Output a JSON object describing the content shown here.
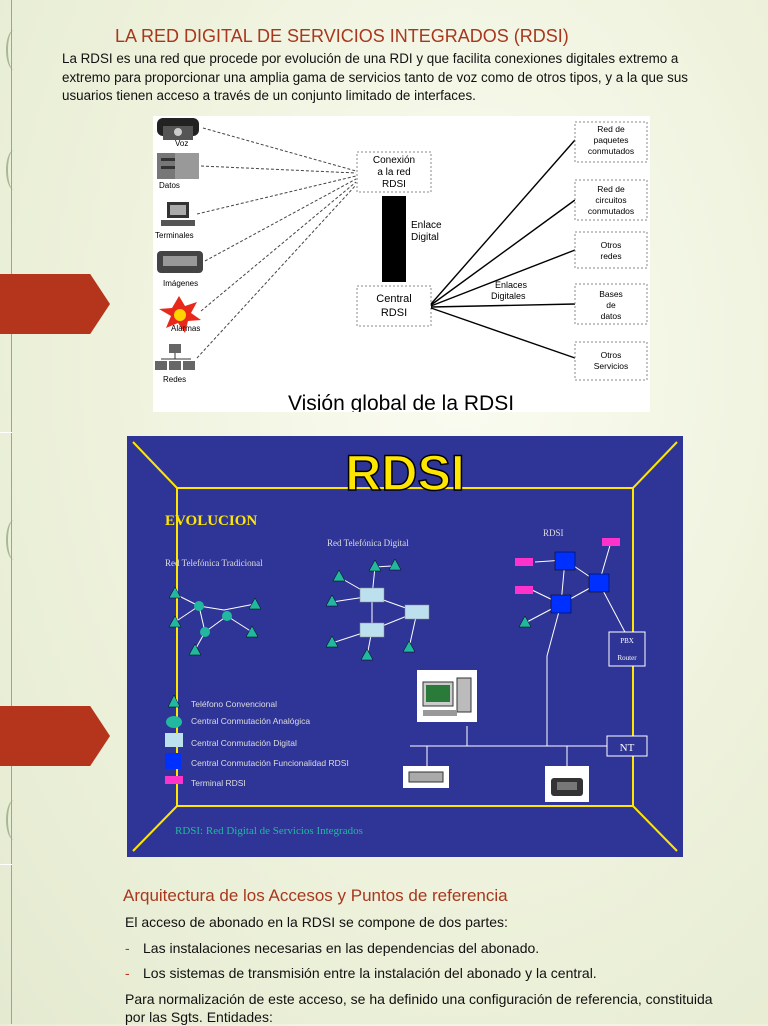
{
  "slide1": {
    "title": "LA RED DIGITAL DE SERVICIOS INTEGRADOS (RDSI)",
    "paragraph": [
      "La RDSI es una red que procede por evolución de una RDI y que facilita conexiones digitales extremo a",
      "extremo para proporcionar una amplia gama de servicios tanto de voz como de otros tipos, y a la que sus",
      "usuarios tienen acceso a través de un conjunto limitado de interfaces."
    ],
    "figure": {
      "left_labels": [
        "Voz",
        "Datos",
        "Terminales",
        "Imágenes",
        "Alarmas",
        "Redes"
      ],
      "conexion": [
        "Conexión",
        "a la red",
        "RDSI"
      ],
      "enlace": [
        "Enlace",
        "Digital"
      ],
      "central": [
        "Central",
        "RDSI"
      ],
      "enlaces_digitales": [
        "Enlaces",
        "Digitales"
      ],
      "right_boxes": [
        [
          "Red de",
          "paquetes",
          "conmutados"
        ],
        [
          "Red de",
          "circuitos",
          "conmutados"
        ],
        [
          "Otros",
          "redes"
        ],
        [
          "Bases",
          "de",
          "datos"
        ],
        [
          "Otros",
          "Servicios"
        ]
      ],
      "caption": "Visión global de la RDSI"
    }
  },
  "slide2": {
    "title": "RDSI",
    "evolucion": "EVOLUCION",
    "red_tradicional": "Red Telefónica Tradicional",
    "red_digital": "Red Telefónica Digital",
    "rdsi_label": "RDSI",
    "pbx": "PBX",
    "router": "Router",
    "nt": "NT",
    "legend": [
      "Teléfono Convencional",
      "Central Conmutación Analógica",
      "Central Conmutación Digital",
      "Central Conmutación Funcionalidad RDSI",
      "Terminal RDSI"
    ],
    "footer": "RDSI: Red Digital de Servicios Integrados",
    "colors": {
      "bg": "#2f3596",
      "title": "#ffe600",
      "teal": "#22b8a0",
      "lightblue": "#bde0ef",
      "blue": "#0030ff",
      "magenta": "#ff33cc"
    }
  },
  "slide3": {
    "heading": "Arquitectura de los Accesos y Puntos de referencia",
    "intro": "El acceso de abonado en la RDSI se compone de dos partes:",
    "bullets": [
      "Las instalaciones necesarias en las dependencias del abonado.",
      "Los sistemas de transmisión entre la instalación del abonado y la central."
    ],
    "closing": [
      "Para normalización de este acceso, se ha definido una configuración de referencia, constituida",
      "por las Sgts. Entidades:"
    ]
  }
}
